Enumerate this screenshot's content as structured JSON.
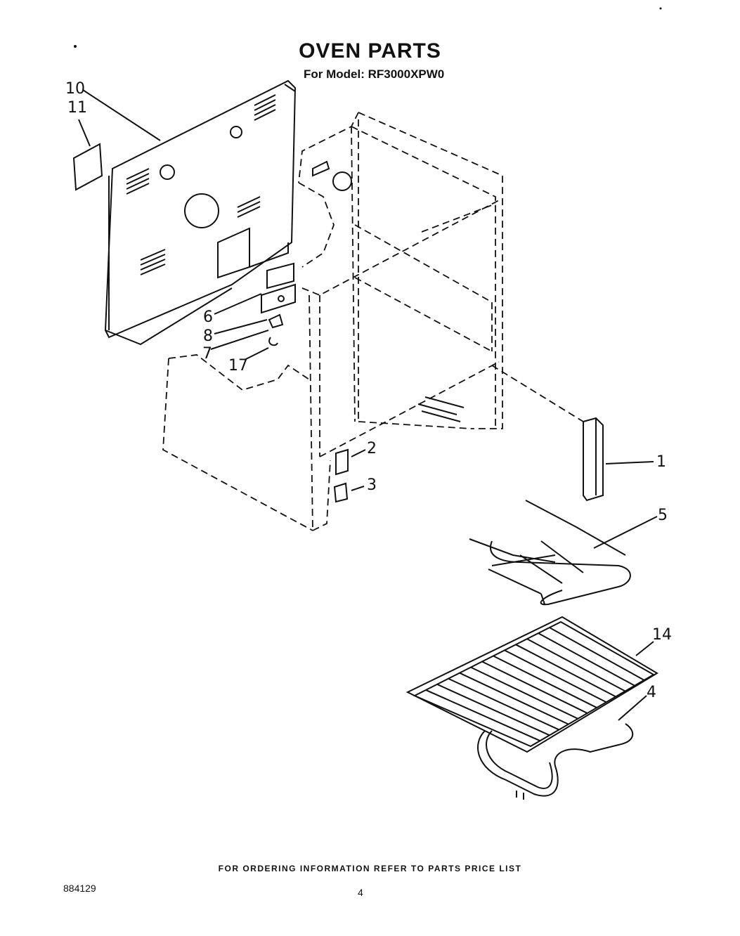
{
  "title": "OVEN PARTS",
  "subtitle": "For Model: RF3000XPW0",
  "footer": "FOR ORDERING INFORMATION REFER TO PARTS PRICE LIST",
  "document_number": "884129",
  "page_number": "4",
  "callouts": {
    "c10": "10",
    "c11": "11",
    "c6": "6",
    "c8": "8",
    "c7": "7",
    "c17": "17",
    "c2": "2",
    "c3": "3",
    "c1": "1",
    "c5": "5",
    "c14": "14",
    "c4": "4"
  }
}
